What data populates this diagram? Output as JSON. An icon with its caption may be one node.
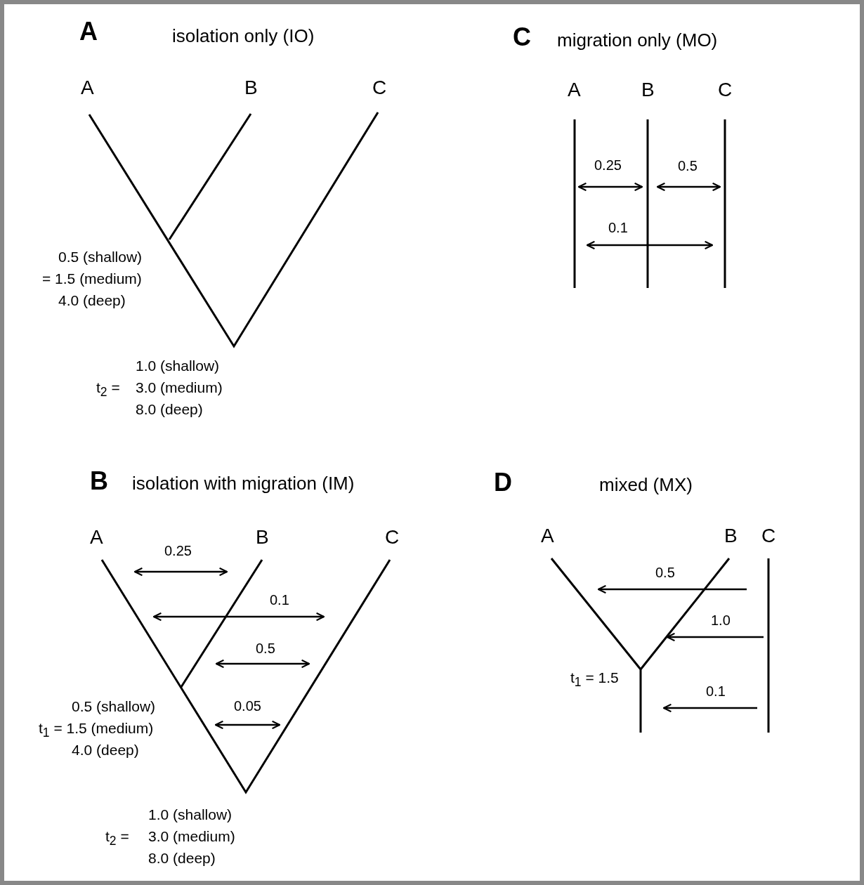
{
  "diagram": {
    "labels": [
      "A",
      "isolation only (IO)",
      "A",
      "B",
      "C",
      "0.5 (shallow)",
      "= 1.5 (medium)",
      "4.0 (deep)",
      "1.0 (shallow)",
      "t$_{2}$ =",
      "3.0 (medium)",
      "8.0 (deep)",
      "C",
      "migration only (MO)",
      "A",
      "B",
      "C",
      "0.25",
      "0.5",
      "0.1",
      "B",
      "isolation with migration (IM)",
      "A",
      "B",
      "C",
      "0.25",
      "0.1",
      "0.5",
      "0.5 (shallow)",
      "0.05",
      "t$_{1}$ = 1.5 (medium)",
      "4.0 (deep)",
      "1.0 (shallow)",
      "t$_{2}$ =",
      "3.0 (medium)",
      "8.0 (deep)",
      "D",
      "mixed (MX)",
      "A",
      "B",
      "C",
      "0.5",
      "1.0",
      "t$_{1}$ = 1.5",
      "0.1"
    ]
  }
}
